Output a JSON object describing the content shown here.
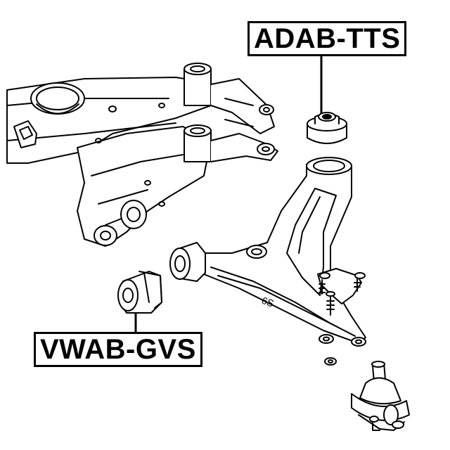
{
  "labels": {
    "top_part_number": "ADAB-TTS",
    "bottom_part_number": "VWAB-GVS"
  },
  "arm_marking": "6S"
}
